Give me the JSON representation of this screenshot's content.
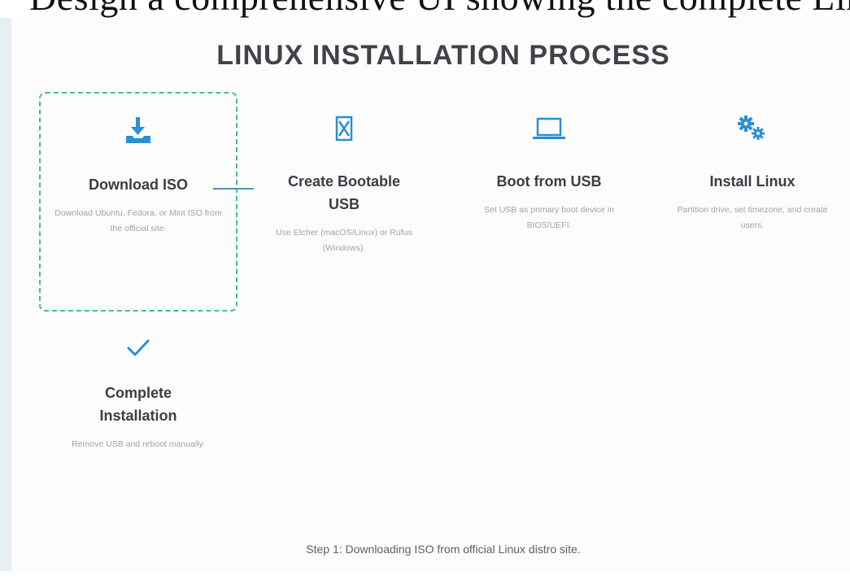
{
  "header_overlay": {
    "text": "Design a comprehensive UI showing the complete Linux installation"
  },
  "title": "LINUX INSTALLATION PROCESS",
  "steps": [
    {
      "icon": "download-icon",
      "title": "Download ISO",
      "description": "Download Ubuntu, Fedora, or Mint ISO from the official site.",
      "active": true
    },
    {
      "icon": "usb-drive-icon",
      "title": "Create Bootable USB",
      "description": "Use Etcher (macOS/Linux) or Rufus (Windows).",
      "active": false
    },
    {
      "icon": "laptop-icon",
      "title": "Boot from USB",
      "description": "Set USB as primary boot device in BIOS/UEFI.",
      "active": false
    },
    {
      "icon": "gears-icon",
      "title": "Install Linux",
      "description": "Partition drive, set timezone, and create users.",
      "active": false
    },
    {
      "icon": "checkmark-icon",
      "title": "Complete Installation",
      "description": "Remove USB and reboot manually.",
      "active": false
    }
  ],
  "status": "Step 1: Downloading ISO from official Linux distro site.",
  "colors": {
    "accent": "#2b8ed6",
    "active_border": "#4bbf7a",
    "title": "#3f4348",
    "body_text": "#9ea3a8"
  }
}
